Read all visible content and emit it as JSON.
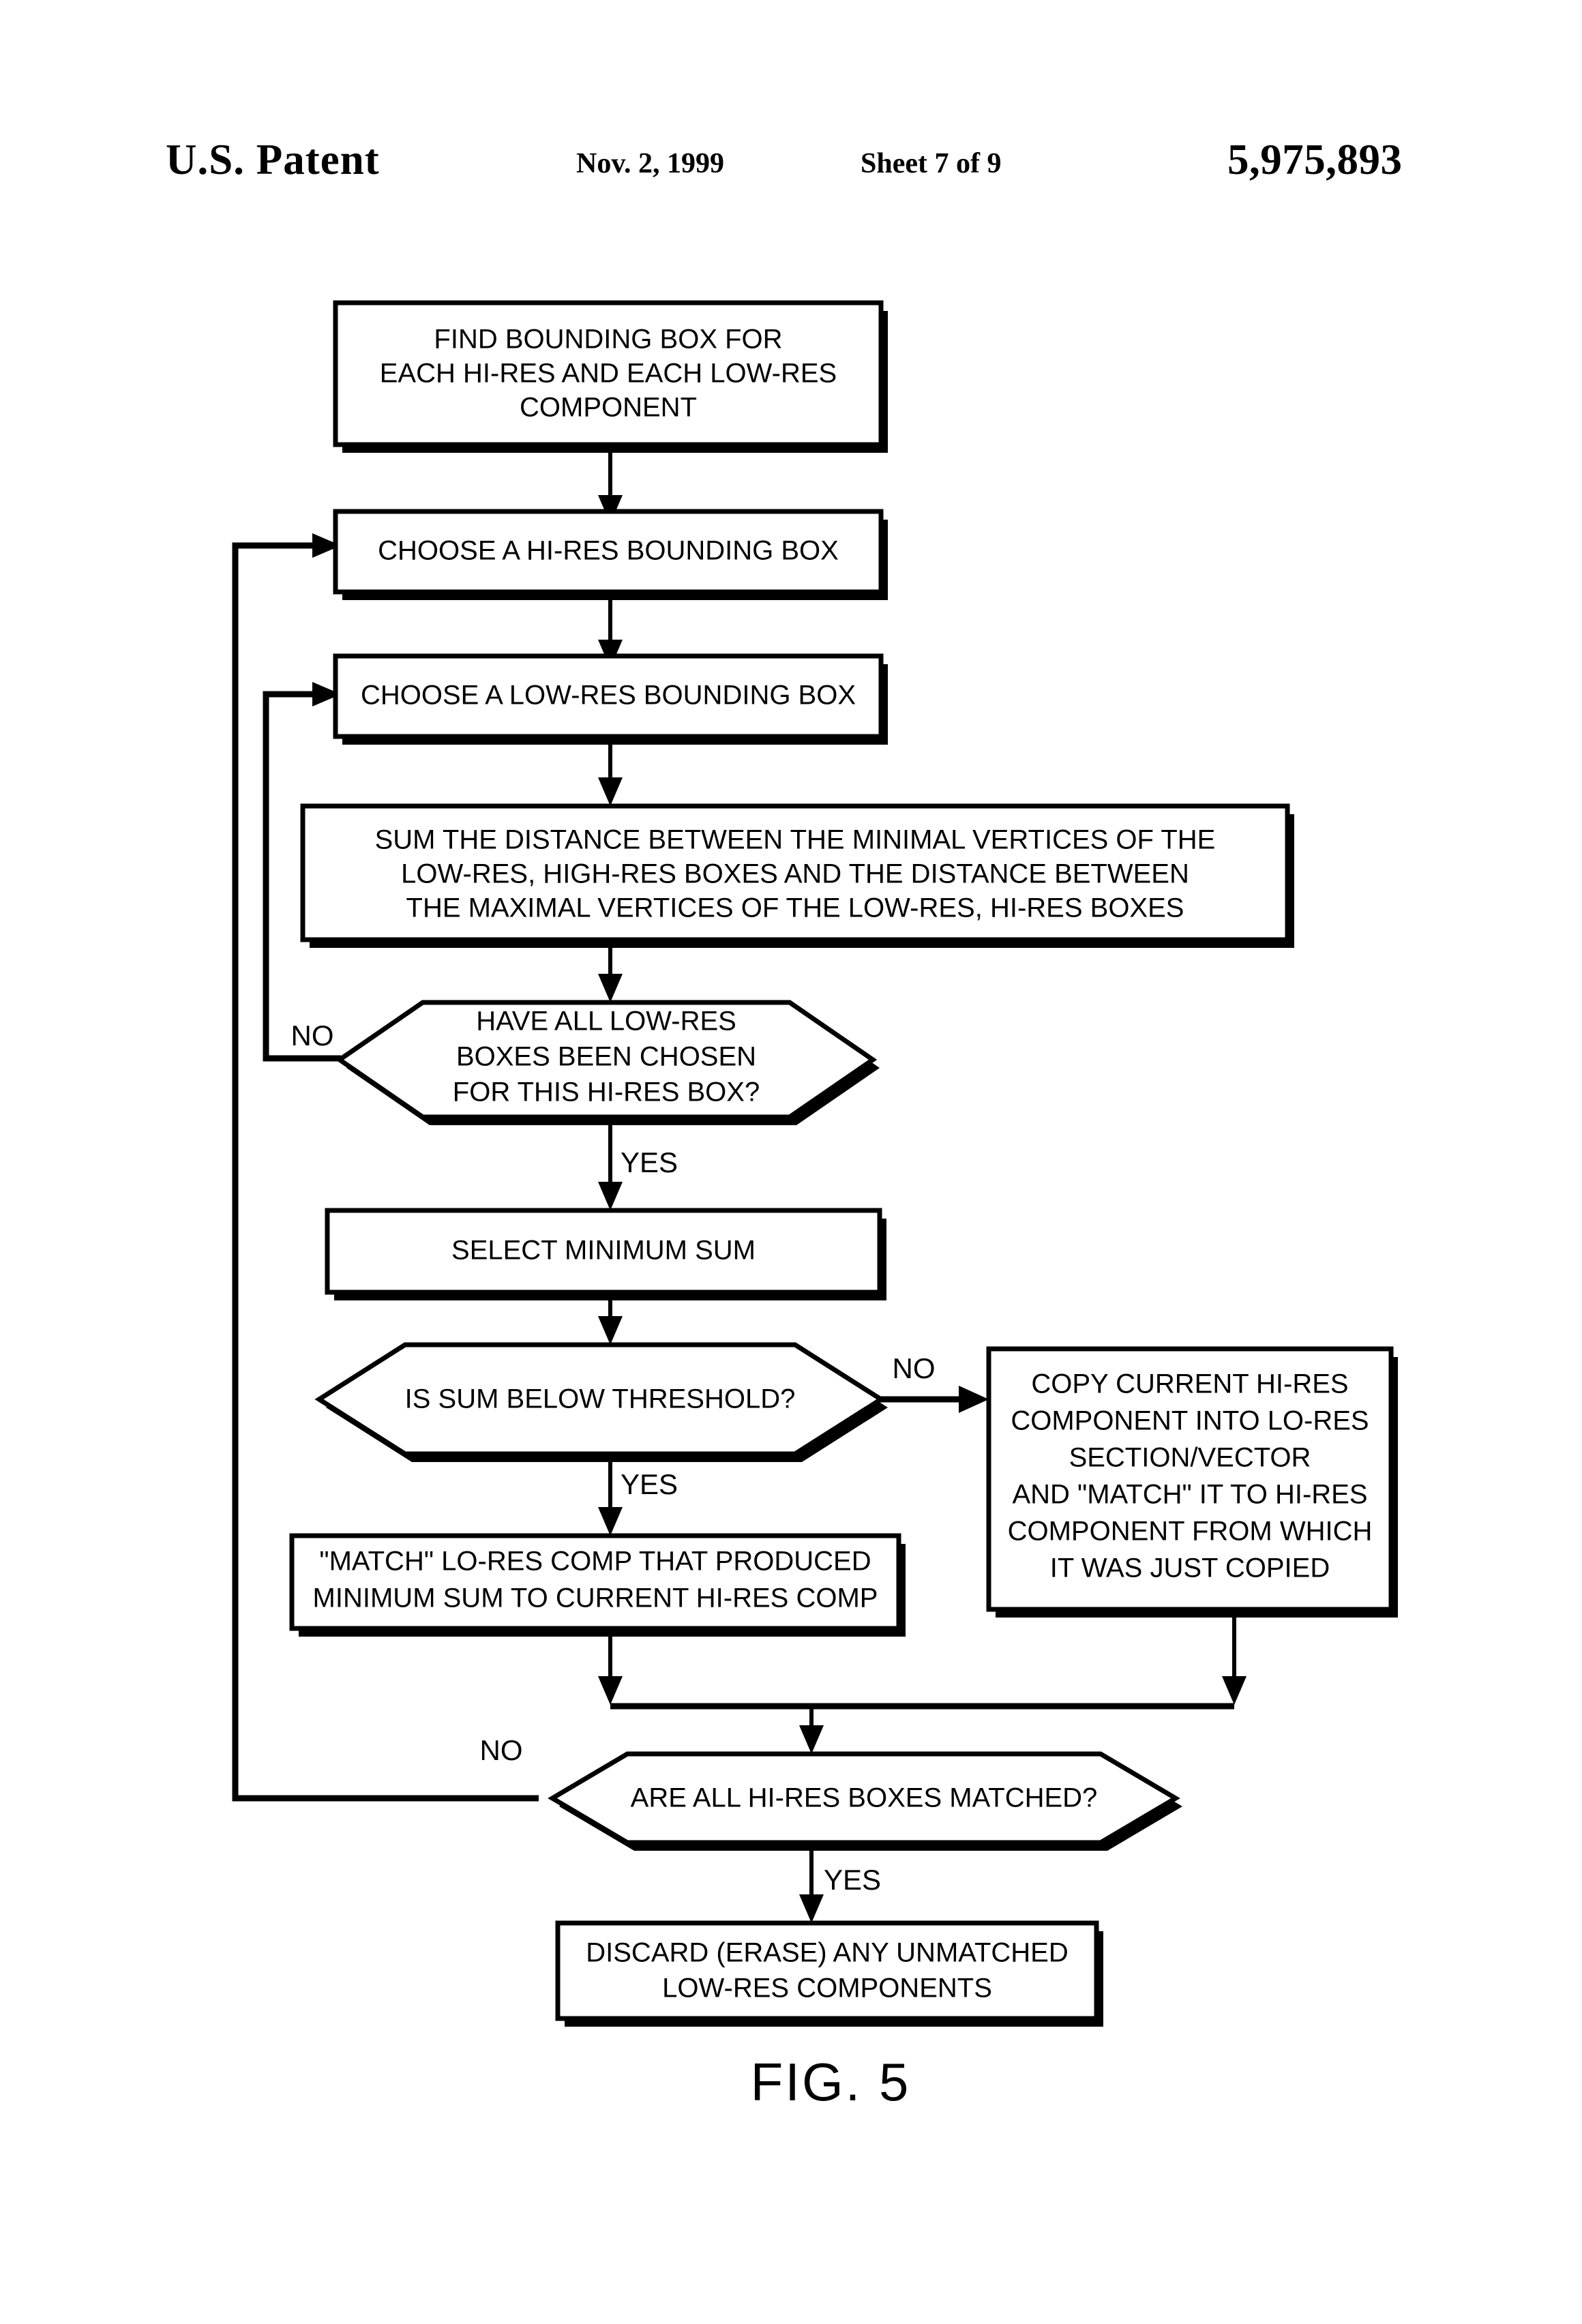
{
  "header": {
    "office": "U.S. Patent",
    "date": "Nov. 2, 1999",
    "sheet": "Sheet 7 of 9",
    "patent_number": "5,975,893"
  },
  "figure": {
    "caption": "FIG. 5"
  },
  "colors": {
    "ink": "#000000",
    "paper": "#ffffff"
  },
  "chart_data": {
    "type": "diagram",
    "title": "FIG. 5",
    "nodes": [
      {
        "id": "n1",
        "shape": "process",
        "lines": [
          "FIND BOUNDING BOX FOR",
          "EACH HI-RES AND EACH LOW-RES",
          "COMPONENT"
        ]
      },
      {
        "id": "n2",
        "shape": "process",
        "lines": [
          "CHOOSE A HI-RES BOUNDING BOX"
        ]
      },
      {
        "id": "n3",
        "shape": "process",
        "lines": [
          "CHOOSE A LOW-RES BOUNDING BOX"
        ]
      },
      {
        "id": "n4",
        "shape": "process",
        "lines": [
          "SUM THE DISTANCE BETWEEN THE MINIMAL VERTICES OF THE",
          "LOW-RES, HIGH-RES BOXES AND THE DISTANCE BETWEEN",
          "THE MAXIMAL VERTICES OF THE LOW-RES, HI-RES BOXES"
        ]
      },
      {
        "id": "n5",
        "shape": "decision",
        "lines": [
          "HAVE ALL LOW-RES",
          "BOXES BEEN CHOSEN",
          "FOR THIS HI-RES BOX?"
        ]
      },
      {
        "id": "n6",
        "shape": "process",
        "lines": [
          "SELECT MINIMUM SUM"
        ]
      },
      {
        "id": "n7",
        "shape": "decision",
        "lines": [
          "IS SUM BELOW THRESHOLD?"
        ]
      },
      {
        "id": "n8",
        "shape": "process",
        "lines": [
          "COPY CURRENT HI-RES",
          "COMPONENT INTO LO-RES",
          "SECTION/VECTOR",
          "AND \"MATCH\" IT TO HI-RES",
          "COMPONENT FROM WHICH",
          "IT WAS JUST COPIED"
        ]
      },
      {
        "id": "n9",
        "shape": "process",
        "lines": [
          "\"MATCH\" LO-RES COMP THAT PRODUCED",
          "MINIMUM SUM TO CURRENT HI-RES COMP"
        ]
      },
      {
        "id": "n10",
        "shape": "decision",
        "lines": [
          "ARE ALL HI-RES BOXES MATCHED?"
        ]
      },
      {
        "id": "n11",
        "shape": "process",
        "lines": [
          "DISCARD (ERASE) ANY UNMATCHED",
          "LOW-RES COMPONENTS"
        ]
      }
    ],
    "edges": [
      {
        "from": "n1",
        "to": "n2",
        "label": ""
      },
      {
        "from": "n2",
        "to": "n3",
        "label": ""
      },
      {
        "from": "n3",
        "to": "n4",
        "label": ""
      },
      {
        "from": "n4",
        "to": "n5",
        "label": ""
      },
      {
        "from": "n5",
        "to": "n3",
        "label": "NO"
      },
      {
        "from": "n5",
        "to": "n6",
        "label": "YES"
      },
      {
        "from": "n6",
        "to": "n7",
        "label": ""
      },
      {
        "from": "n7",
        "to": "n8",
        "label": "NO"
      },
      {
        "from": "n7",
        "to": "n9",
        "label": "YES"
      },
      {
        "from": "n9",
        "to": "n10",
        "label": ""
      },
      {
        "from": "n8",
        "to": "n10",
        "label": ""
      },
      {
        "from": "n10",
        "to": "n2",
        "label": "NO"
      },
      {
        "from": "n10",
        "to": "n11",
        "label": "YES"
      }
    ],
    "edge_labels": {
      "no_low_res_loop": "NO",
      "yes_select_min": "YES",
      "no_threshold": "NO",
      "yes_threshold": "YES",
      "no_all_matched": "NO",
      "yes_all_matched": "YES"
    }
  }
}
